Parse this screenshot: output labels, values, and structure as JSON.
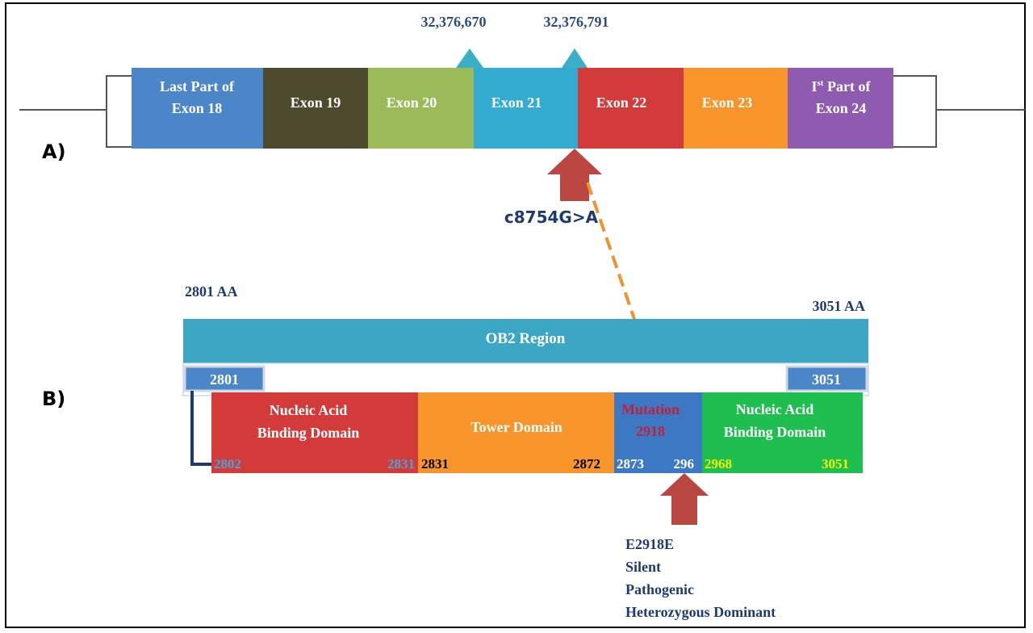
{
  "panel_a": {
    "label": "A)",
    "coord_left": "32,376,670",
    "coord_right": "32,376,791",
    "mutation_label": "c8754G>A",
    "exons": [
      {
        "line1": "Last Part of",
        "line2": "Exon 18",
        "color": "#4a86c8"
      },
      {
        "line1": "Exon 19",
        "line2": "",
        "color": "#4e4a2e"
      },
      {
        "line1": "Exon  20",
        "line2": "",
        "color": "#9bbb59"
      },
      {
        "line1": "Exon  21",
        "line2": "",
        "color": "#34abd0"
      },
      {
        "line1": "Exon  22",
        "line2": "",
        "color": "#d33b3b"
      },
      {
        "line1": "Exon  23",
        "line2": "",
        "color": "#f7942a"
      },
      {
        "line1": "Ist Part of",
        "line1_sup_base": "I",
        "line1_sup": "st",
        "line1_rest": " Part of",
        "line2": "Exon 24",
        "color": "#8e5bb0"
      }
    ]
  },
  "panel_b": {
    "label": "B)",
    "aa_start": "2801 AA",
    "aa_end": "3051 AA",
    "region_label": "OB2 Region",
    "region_start_box": "2801",
    "region_end_box": "3051",
    "domains": [
      {
        "line1": "Nucleic Acid",
        "line2": "Binding Domain",
        "start": "2802",
        "end": "2831",
        "color": "#d33b3b",
        "num_color": "#4aa3d8",
        "text_color": "#ffffff"
      },
      {
        "line1": "Tower  Domain",
        "line2": "",
        "start": "2831",
        "end": "2872",
        "color": "#f7942a",
        "num_color": "#000000",
        "text_color": "#ffffff"
      },
      {
        "line1": "Mutation",
        "line2": "2918",
        "start": "2873",
        "end": "296",
        "color": "#3d78c4",
        "num_color": "#ffffff",
        "text_color": "#c0203a"
      },
      {
        "line1": "Nucleic Acid",
        "line2": "Binding Domain",
        "start": "2968",
        "end": "3051",
        "color": "#1fbf4f",
        "num_color": "#f2f20a",
        "text_color": "#ffffff"
      }
    ],
    "variant_notes": [
      "E2918E",
      "Silent",
      "Pathogenic",
      "Heterozygous Dominant"
    ]
  },
  "colors": {
    "text_blue": "#1f3a6e",
    "coord_blue": "#2b4c80",
    "arrow_red": "#b94640",
    "marker_teal": "#3ab0c8",
    "dashed_orange": "#f0922e",
    "region_teal": "#3ba7c4",
    "connector_navy": "#1f3a6e"
  }
}
